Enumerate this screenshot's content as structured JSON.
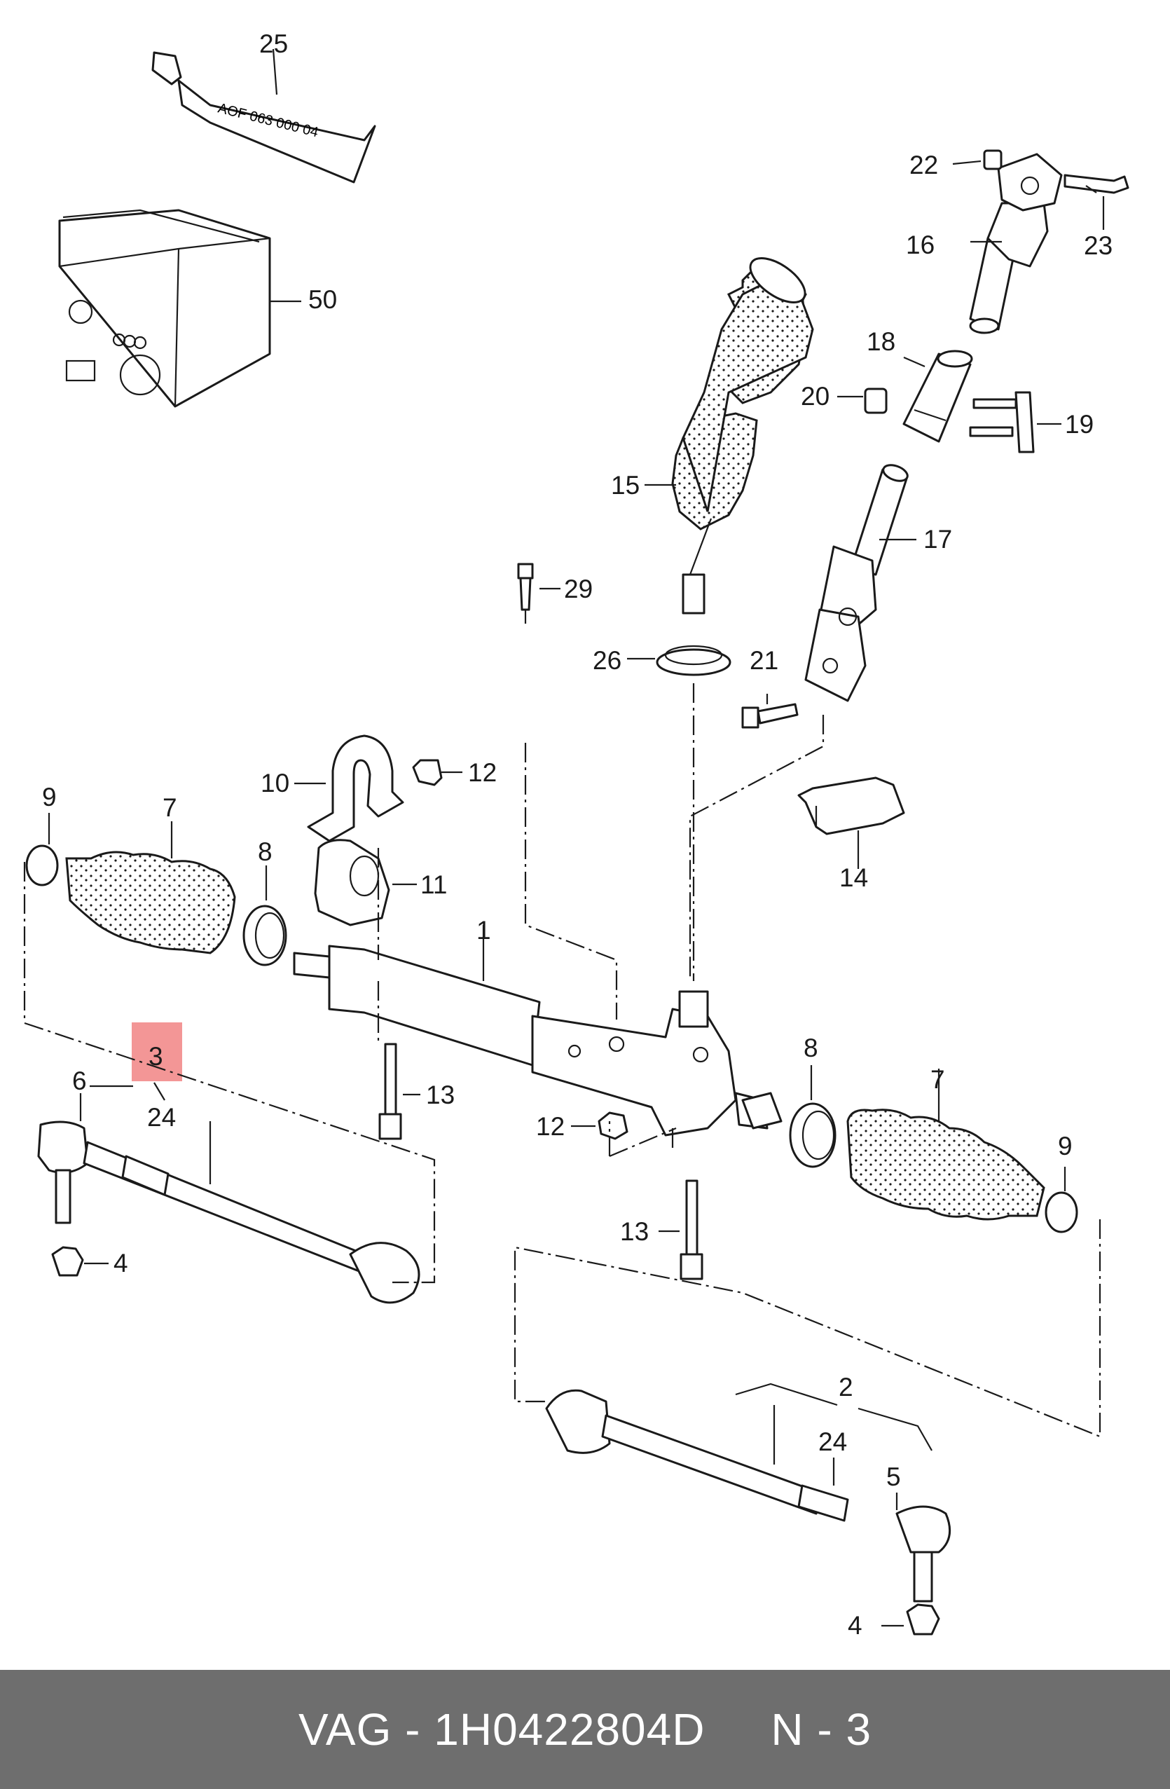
{
  "callouts": {
    "c25": "25",
    "c50": "50",
    "c22": "22",
    "c23": "23",
    "c16": "16",
    "c18": "18",
    "c20": "20",
    "c19": "19",
    "c15": "15",
    "c17": "17",
    "c29": "29",
    "c26": "26",
    "c21": "21",
    "c10": "10",
    "c12a": "12",
    "c12b": "12",
    "c9a": "9",
    "c9b": "9",
    "c7a": "7",
    "c7b": "7",
    "c8a": "8",
    "c8b": "8",
    "c11": "11",
    "c14": "14",
    "c1": "1",
    "c13a": "13",
    "c13b": "13",
    "c3": "3",
    "c24a": "24",
    "c24b": "24",
    "c6": "6",
    "c4a": "4",
    "c4b": "4",
    "c2": "2",
    "c5": "5"
  },
  "tube_print": "AOF 063 000 04",
  "footer": {
    "text": "VAG - 1H0422804D     N - 3"
  },
  "highlight_color": "#f28b8b"
}
